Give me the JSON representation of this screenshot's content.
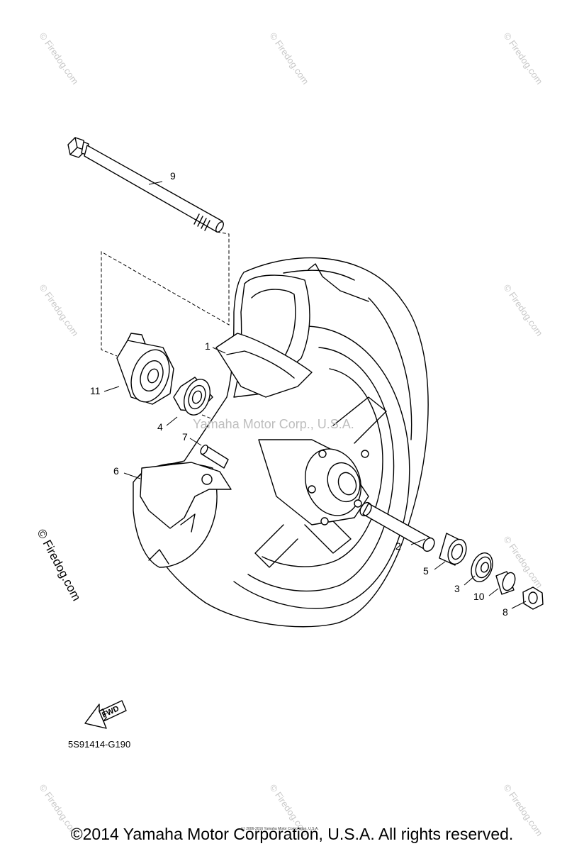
{
  "diagram": {
    "part_numbers": [
      "1",
      "2",
      "3",
      "4",
      "5",
      "6",
      "7",
      "8",
      "9",
      "10",
      "11"
    ],
    "diagram_code": "5S91414-G190",
    "fwd_label": "FWD",
    "center_watermark": "Yamaha Motor Corp., U.S.A.",
    "side_watermark": "© Firedog.com",
    "tile_watermark": "© Firedog.com",
    "tiny_copyright": "(c) 2006-2016 Yamaha Motor Corporation, U.S.A."
  },
  "footer": {
    "copyright": "©2014 Yamaha Motor Corporation, U.S.A. All rights reserved."
  }
}
